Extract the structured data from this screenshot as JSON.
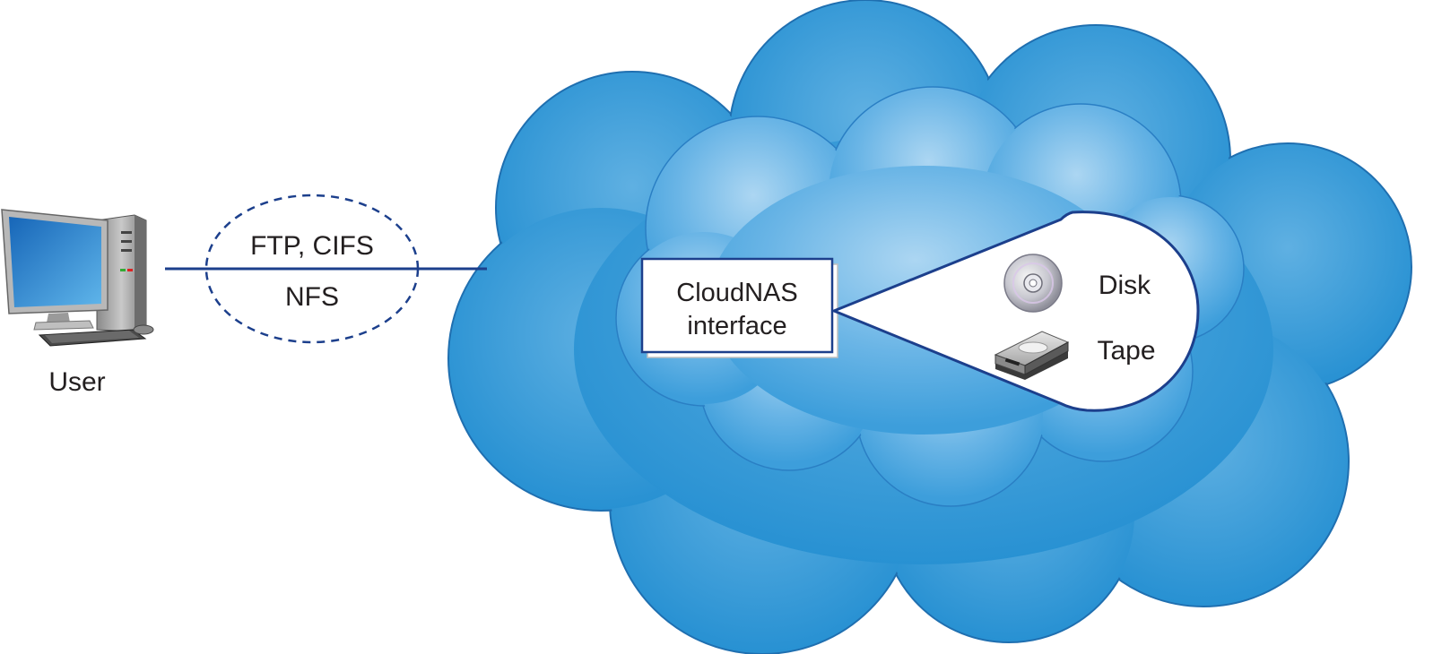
{
  "user": {
    "label": "User"
  },
  "protocols": {
    "line1": "FTP, CIFS",
    "line2": "NFS"
  },
  "interface": {
    "line1": "CloudNAS",
    "line2": "interface"
  },
  "storage": {
    "disk_label": "Disk",
    "tape_label": "Tape"
  },
  "colors": {
    "cloud_outer": "#2a93d2",
    "cloud_edge": "#1f6fb0",
    "cloud_inner_light": "#a8d3f0",
    "line": "#1c3f8c"
  },
  "icons": [
    "computer-icon",
    "disk-icon",
    "tape-drive-icon"
  ]
}
